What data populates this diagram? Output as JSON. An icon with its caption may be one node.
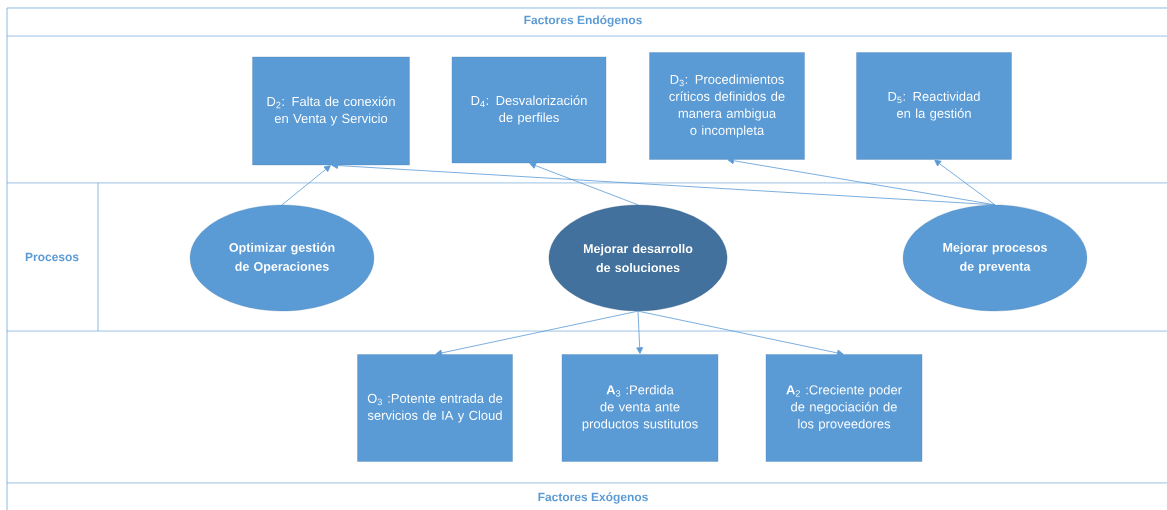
{
  "diagram": {
    "nodes": [
      {
        "text": [
          "D$_{2}$: Falta de conexión en Venta y Servicio"
        ]
      },
      {
        "text": [
          "D$_{4}$: Desvalorización de perfiles"
        ]
      },
      {
        "text": [
          "D$_{3}$: Procedimientos críticos definidos de manera ambigua o incompleta"
        ]
      },
      {
        "text": [
          "D$_{5}$: Reactividad en la gestión"
        ]
      },
      {
        "text": [
          "Optimizar gestión de Operaciones"
        ]
      },
      {
        "text": [
          "Mejorar desarrollo de soluciones"
        ]
      },
      {
        "text": [
          "Mejorar procesos de preventa"
        ]
      },
      {
        "text": [
          "O$_{3}$ :Potente entrada de servicios de IA y Cloud"
        ]
      },
      {
        "text": [
          "**A**$_{3}$ :Perdida de venta ante productos sustitutos"
        ]
      },
      {
        "text": [
          "**A**$_{2}$ :Creciente poder de negociación de los proveedores"
        ]
      }
    ],
    "edges": [
      {
        "from": 4,
        "to": 0,
        "arrow": "to"
      },
      {
        "from": 5,
        "to": 1,
        "arrow": "to"
      },
      {
        "from": 6,
        "to": 0,
        "arrow": "to"
      },
      {
        "from": 6,
        "to": 2,
        "arrow": "to"
      },
      {
        "from": 6,
        "to": 3,
        "arrow": "to"
      },
      {
        "from": 5,
        "to": 7,
        "arrow": "to"
      },
      {
        "from": 5,
        "to": 8,
        "arrow": "to"
      },
      {
        "from": 5,
        "to": 9,
        "arrow": "to"
      }
    ],
    "labels": [
      "Factores Endógenos",
      "Procesos",
      "Factores Exógenos"
    ]
  }
}
